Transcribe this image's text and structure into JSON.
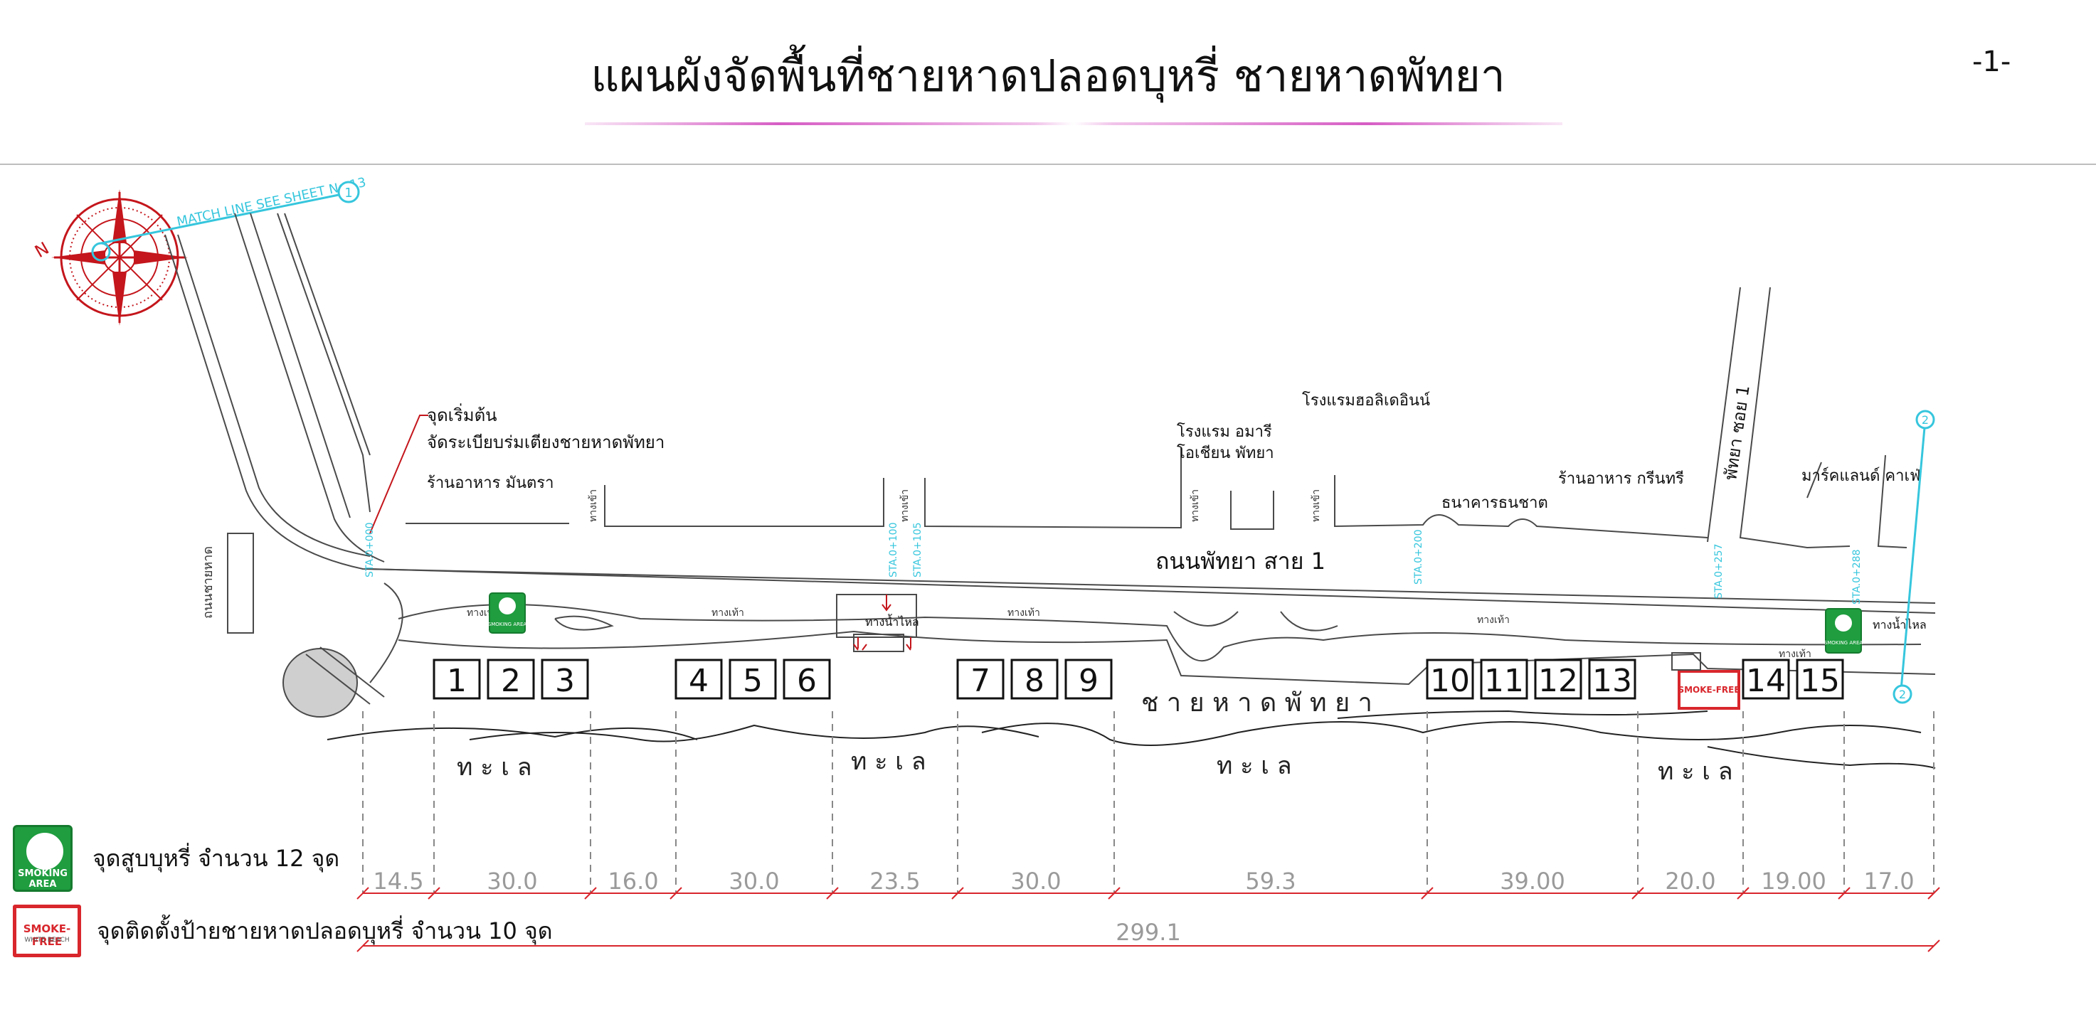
{
  "header": {
    "title": "แผนผังจัดพื้นที่ชายหาดปลอดบุหรี่ ชายหาดพัทยา",
    "page_number": "-1-"
  },
  "map": {
    "match_line": "MATCH LINE SEE SHEET No.13",
    "markers": [
      "1",
      "2"
    ],
    "compass_north": "N",
    "stations": [
      "STA.0+000",
      "STA.0+100",
      "STA.0+105",
      "STA.0+200",
      "STA.0+257",
      "STA.0+288"
    ],
    "labels": {
      "start_point": "จุดเริ่มต้น",
      "start_desc": "จัดระเบียบร่มเตียงชายหาดพัทยา",
      "restaurant_mantra": "ร้านอาหาร มันตรา",
      "hotel_amari": "โรงแรม อมารี",
      "ocean_pattaya": "โอเชียน พัทยา",
      "hotel_holiday_inn": "โรงแรมฮอลิเดอินน์",
      "thanachart_bank": "ธนาคารธนชาต",
      "restaurant_greentree": "ร้านอาหาร กรีนทรี",
      "pattaya_soi": "พัทยา ซอย 1",
      "marcland_cafe": "มาร์คแลนด์ คาเฟ่",
      "road": "ถนนพัทยา สาย 1",
      "beach": "ช า ย ห า ด พั ท ย า",
      "sea": "ท ะ เ ล",
      "walkway": "ทางเท้า",
      "drain": "ทางน้ำไหล",
      "side_street": "ทางเข้า",
      "left_road": "ถนนชายหาด"
    },
    "zones": [
      "1",
      "2",
      "3",
      "4",
      "5",
      "6",
      "7",
      "8",
      "9",
      "10",
      "11",
      "12",
      "13",
      "14",
      "15"
    ],
    "distances": [
      "14.5",
      "30.0",
      "16.0",
      "30.0",
      "23.5",
      "30.0",
      "59.3",
      "39.00",
      "20.0",
      "19.00",
      "17.0"
    ],
    "total_distance": "299.1",
    "badge_smoking_text": "SMOKING AREA",
    "badge_free_text": "SMOKE-FREE",
    "badge_free_sub": "WHITE BEACH"
  },
  "legend": {
    "smoking_area": "จุดสูบบุหรี่ จำนวน 12 จุด",
    "smoke_free_signs": "จุดติดตั้งป้ายชายหาดปลอดบุหรี่ จำนวน 10 จุด"
  },
  "colors": {
    "dimension": "#d8262c",
    "station": "#36c6dd",
    "linework": "#4a4a4a",
    "smoking_green": "#1f9d3f"
  }
}
